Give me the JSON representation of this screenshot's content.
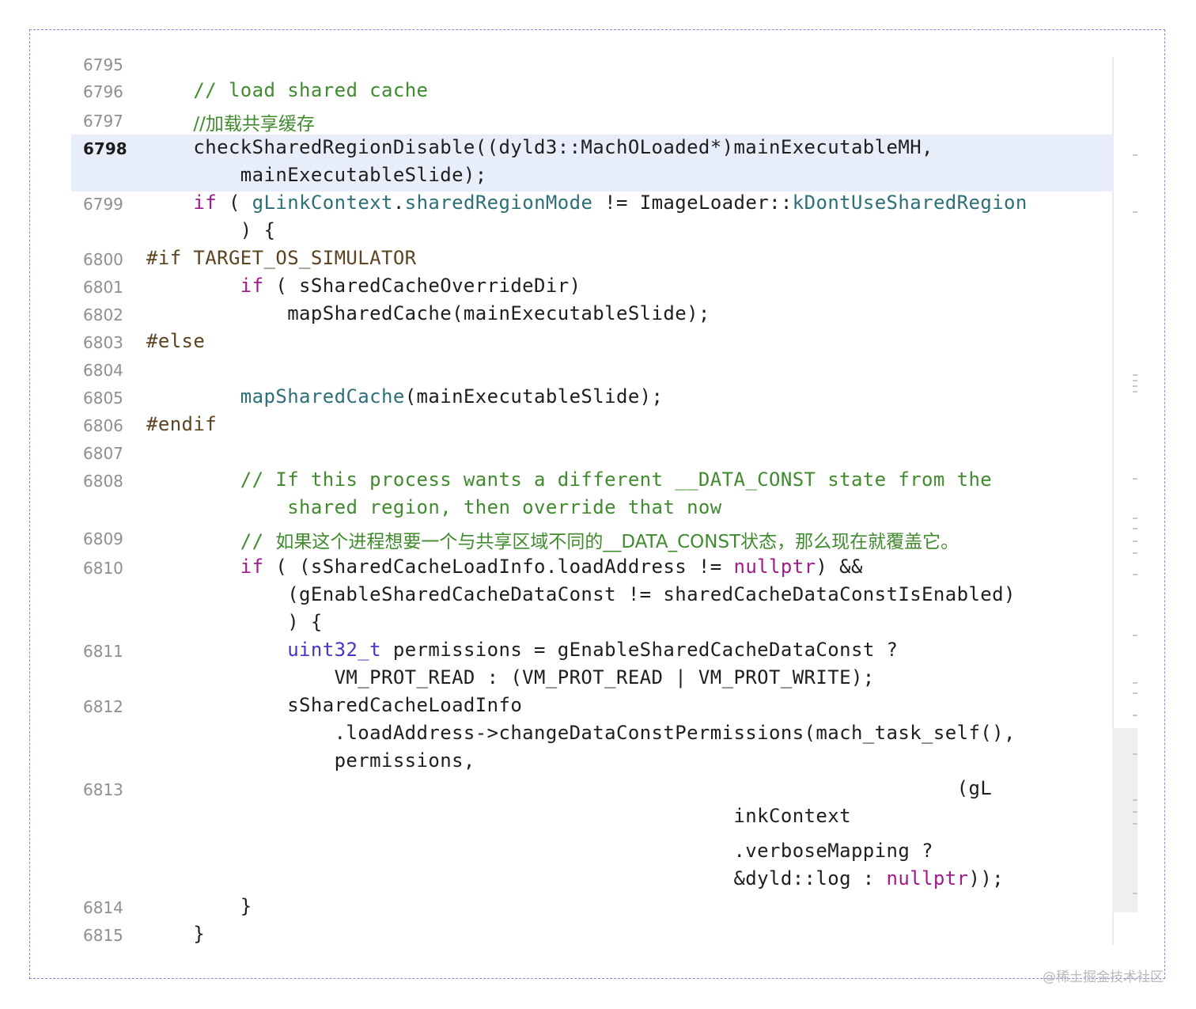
{
  "lines": [
    {
      "num": "6795",
      "segments": []
    },
    {
      "num": "6796",
      "segments": [
        {
          "t": "    ",
          "c": ""
        },
        {
          "t": "// load shared cache",
          "c": "cm"
        }
      ]
    },
    {
      "num": "6797",
      "segments": [
        {
          "t": "    ",
          "c": ""
        },
        {
          "t": "//加载共享缓存",
          "c": "cm-cjk"
        }
      ]
    },
    {
      "num": "6798",
      "active": true,
      "segments": [
        {
          "t": "    checkSharedRegionDisable((dyld3::MachOLoaded*)mainExecutableMH,",
          "c": ""
        }
      ]
    },
    {
      "num": "",
      "segments": [
        {
          "t": "        mainExecutableSlide);",
          "c": ""
        }
      ]
    },
    {
      "num": "6799",
      "segments": [
        {
          "t": "    ",
          "c": ""
        },
        {
          "t": "if",
          "c": "kw"
        },
        {
          "t": " ( ",
          "c": ""
        },
        {
          "t": "gLinkContext",
          "c": "id"
        },
        {
          "t": ".",
          "c": ""
        },
        {
          "t": "sharedRegionMode",
          "c": "id"
        },
        {
          "t": " != ImageLoader::",
          "c": ""
        },
        {
          "t": "kDontUseSharedRegion",
          "c": "id"
        }
      ]
    },
    {
      "num": "",
      "segments": [
        {
          "t": "        ) {",
          "c": ""
        }
      ]
    },
    {
      "num": "6800",
      "segments": [
        {
          "t": "#if TARGET_OS_SIMULATOR",
          "c": "pp"
        }
      ]
    },
    {
      "num": "6801",
      "segments": [
        {
          "t": "        ",
          "c": ""
        },
        {
          "t": "if",
          "c": "kw"
        },
        {
          "t": " ( sSharedCacheOverrideDir)",
          "c": ""
        }
      ]
    },
    {
      "num": "6802",
      "segments": [
        {
          "t": "            mapSharedCache(mainExecutableSlide);",
          "c": ""
        }
      ]
    },
    {
      "num": "6803",
      "segments": [
        {
          "t": "#else",
          "c": "pp"
        }
      ]
    },
    {
      "num": "6804",
      "segments": []
    },
    {
      "num": "6805",
      "segments": [
        {
          "t": "        ",
          "c": ""
        },
        {
          "t": "mapSharedCache",
          "c": "fn"
        },
        {
          "t": "(mainExecutableSlide);",
          "c": ""
        }
      ]
    },
    {
      "num": "6806",
      "segments": [
        {
          "t": "#endif",
          "c": "pp"
        }
      ]
    },
    {
      "num": "6807",
      "segments": []
    },
    {
      "num": "6808",
      "segments": [
        {
          "t": "        ",
          "c": ""
        },
        {
          "t": "// If this process wants a different __DATA_CONST state from the",
          "c": "cm"
        }
      ]
    },
    {
      "num": "",
      "segments": [
        {
          "t": "            ",
          "c": ""
        },
        {
          "t": "shared region, then override that now",
          "c": "cm"
        }
      ]
    },
    {
      "num": "6809",
      "segments": [
        {
          "t": "        ",
          "c": ""
        },
        {
          "t": "// ",
          "c": "cm"
        },
        {
          "t": "如果这个进程想要一个与共享区域不同的__DATA_CONST状态，那么现在就覆盖它。",
          "c": "cm-cjk"
        }
      ]
    },
    {
      "num": "6810",
      "segments": [
        {
          "t": "        ",
          "c": ""
        },
        {
          "t": "if",
          "c": "kw"
        },
        {
          "t": " ( (sSharedCacheLoadInfo.loadAddress != ",
          "c": ""
        },
        {
          "t": "nullptr",
          "c": "kw"
        },
        {
          "t": ") &&",
          "c": ""
        }
      ]
    },
    {
      "num": "",
      "segments": [
        {
          "t": "            (gEnableSharedCacheDataConst != sharedCacheDataConstIsEnabled)",
          "c": ""
        }
      ]
    },
    {
      "num": "",
      "segments": [
        {
          "t": "            ) {",
          "c": ""
        }
      ]
    },
    {
      "num": "6811",
      "segments": [
        {
          "t": "            ",
          "c": ""
        },
        {
          "t": "uint32_t",
          "c": "ty"
        },
        {
          "t": " permissions = gEnableSharedCacheDataConst ?",
          "c": ""
        }
      ]
    },
    {
      "num": "",
      "segments": [
        {
          "t": "                VM_PROT_READ : (VM_PROT_READ | VM_PROT_WRITE);",
          "c": ""
        }
      ]
    },
    {
      "num": "6812",
      "segments": [
        {
          "t": "            sSharedCacheLoadInfo",
          "c": ""
        }
      ]
    },
    {
      "num": "",
      "segments": [
        {
          "t": "                .loadAddress->changeDataConstPermissions(mach_task_self(),",
          "c": ""
        }
      ]
    },
    {
      "num": "",
      "segments": [
        {
          "t": "                permissions,",
          "c": ""
        }
      ]
    },
    {
      "num": "6813",
      "segments": [
        {
          "t": "                                                                     (gL",
          "c": ""
        }
      ]
    },
    {
      "num": "",
      "segments": [
        {
          "t": "                                                  inkContext",
          "c": ""
        }
      ]
    },
    {
      "num": "",
      "segments": [
        {
          "t": "                                                  .verboseMapping ?",
          "c": ""
        }
      ]
    },
    {
      "num": "",
      "segments": [
        {
          "t": "                                                  &dyld::log : ",
          "c": ""
        },
        {
          "t": "nullptr",
          "c": "kw"
        },
        {
          "t": "));",
          "c": ""
        }
      ]
    },
    {
      "num": "6814",
      "segments": [
        {
          "t": "        }",
          "c": ""
        }
      ]
    },
    {
      "num": "6815",
      "segments": [
        {
          "t": "    }",
          "c": ""
        }
      ]
    }
  ],
  "watermark": "@稀土掘金技术社区",
  "colors": {
    "comment": "#3f8b2e",
    "keyword": "#a01b8a",
    "type": "#4a33c6",
    "preprocessor": "#5c4421",
    "identifier": "#2b6f77",
    "highlight": "#e8eef9"
  }
}
